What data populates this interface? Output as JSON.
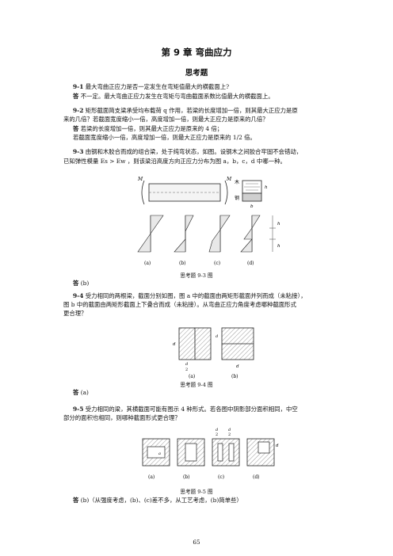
{
  "chapter_title": "第 9 章  弯曲应力",
  "section_title": "思考题",
  "q1": {
    "number": "9-1",
    "text": "最大弯曲正应力是否一定发生在弯矩值最大的横截面上?",
    "answer_label": "答",
    "answer": "不一定。最大弯曲正应力发生在弯矩与弯曲截面系数比值最大的横截面上。"
  },
  "q2": {
    "number": "9-2",
    "line1": "矩形截面简支梁承受均布载荷 q 作用，若梁的长度增加一倍，则其最大正应力是原",
    "line2": "来的几倍？若截面宽度缩小一倍，高度增加一倍，则最大正应力是原来的几倍？",
    "answer_label": "答",
    "answer1": "若梁的长度增加一倍，则其最大正应力是原来的 4 倍；",
    "answer2": "若截面宽度缩小一倍，高度增加一倍，则最大正应力是原来的 1/2 倍。"
  },
  "q3": {
    "number": "9-3",
    "line1": "由钢和木胶合而成的组合梁，处于纯弯状态，如图。设钢木之间胶合牢固不会错动，",
    "line2": "已知弹性模量 Es > Ew ，则该梁沿高度方向正应力分布为图 a，b，c，d 中哪一种。",
    "label_wood": "木",
    "label_steel": "钢",
    "label_M1": "M",
    "label_M2": "M",
    "label_h": "h",
    "label_b": "b",
    "label_h2": "h",
    "label_h3": "h",
    "sub_labels": [
      "(a)",
      "(b)",
      "(c)",
      "(d)"
    ],
    "caption": "思考题 9-3 图",
    "answer_label": "答",
    "answer": "(b)"
  },
  "q4": {
    "number": "9-4",
    "line1": "受力相同的两根梁，截面分别如图，图 a 中的截面由两矩形截面并列而成（未粘接），",
    "line2": "图 b 中的截面由两矩形截面上下叠合而成（未粘接）。从弯曲正应力角度考虑哪种截面形式",
    "line3": "更合理？",
    "label_d": "d",
    "label_d2a": "d",
    "label_d2b": "2",
    "label_d3": "d",
    "label_d4": "d",
    "sub_labels": [
      "(a)",
      "(b)"
    ],
    "caption": "思考题 9-4 图",
    "answer_label": "答",
    "answer": "(a)"
  },
  "q5": {
    "number": "9-5",
    "line1": "受力相同的梁，其横截面可能有图示 4 种形式。若各图中阴影部分面积相同，中空",
    "line2": "部分的面积也相同，则哪种截面形式更合理？",
    "label_d": "d",
    "label_a": "a",
    "label_frac_top": "d",
    "label_frac_bot": "2",
    "sub_labels": [
      "(a)",
      "(b)",
      "(c)",
      "(d)"
    ],
    "caption": "思考题 9-5 图",
    "answer_label": "答",
    "answer": "(b)（从强度考虑，(b)、(c)差不多，从工艺考虑，(b)简单些）"
  },
  "page_number": "65"
}
